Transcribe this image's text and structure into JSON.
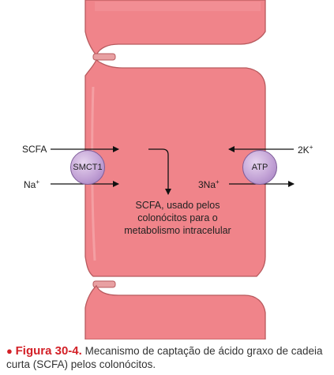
{
  "colors": {
    "cell_fill": "#f0848a",
    "cell_stroke": "#b85a5e",
    "transporter_fill": "#c7a8da",
    "caption_accent": "#d32027"
  },
  "labels": {
    "scfa_in": "SCFA",
    "na_in": "Na",
    "na_in_sup": "+",
    "k_in": "2K",
    "k_in_sup": "+",
    "na_out": "3Na",
    "na_out_sup": "+"
  },
  "transporters": {
    "smct1": "SMCT1",
    "atp": "ATP"
  },
  "center_text": [
    "SCFA, usado pelos",
    "colonócitos para o",
    "metabolismo intracelular"
  ],
  "caption": {
    "bullet": "●",
    "figure_label": "Figura 30-4.",
    "text": "Mecanismo de captação de ácido graxo de cadeia curta (SCFA) pelos colonócitos."
  }
}
